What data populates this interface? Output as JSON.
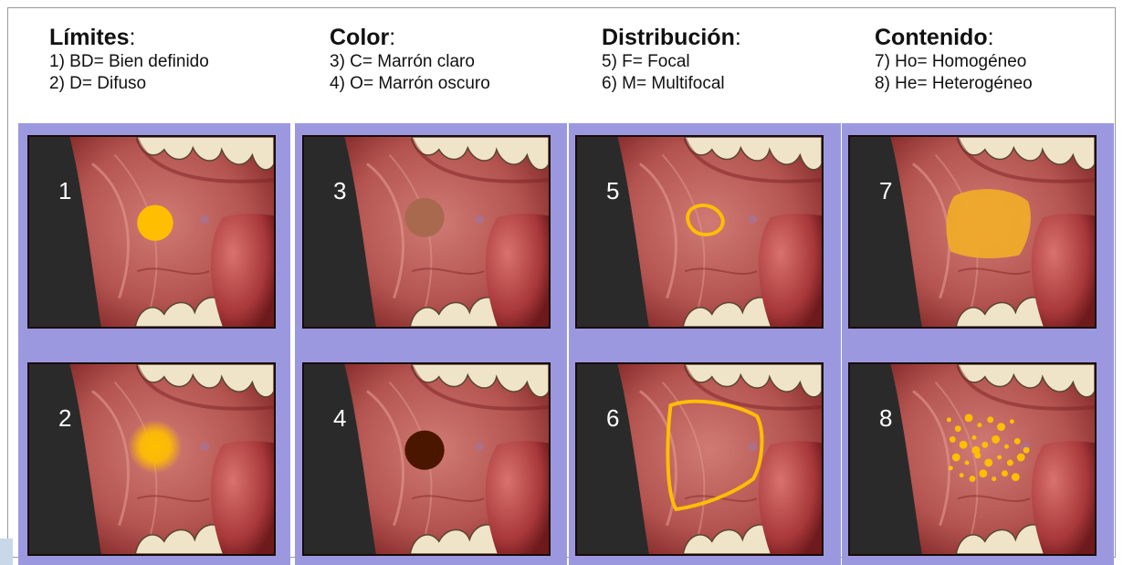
{
  "columns": [
    {
      "title": "Límites",
      "colon": ":",
      "items": [
        "1) BD= Bien definido",
        "2) D= Difuso"
      ],
      "tiles": [
        {
          "number": "1",
          "lesion": "sharp-yellow-circle"
        },
        {
          "number": "2",
          "lesion": "blurred-yellow-circle"
        }
      ]
    },
    {
      "title": "Color",
      "colon": ":",
      "items": [
        "3) C= Marrón claro",
        "4) O= Marrón oscuro"
      ],
      "tiles": [
        {
          "number": "3",
          "lesion": "light-brown-circle"
        },
        {
          "number": "4",
          "lesion": "dark-brown-circle"
        }
      ]
    },
    {
      "title": "Distribución",
      "colon": ":",
      "items": [
        "5) F= Focal",
        "6) M= Multifocal"
      ],
      "tiles": [
        {
          "number": "5",
          "lesion": "small-focal-outline"
        },
        {
          "number": "6",
          "lesion": "large-multifocal-outline"
        }
      ]
    },
    {
      "title": "Contenido",
      "colon": ":",
      "items": [
        "7) Ho= Homogéneo",
        "8) He= Heterogéneo"
      ],
      "tiles": [
        {
          "number": "7",
          "lesion": "homogeneous-patch"
        },
        {
          "number": "8",
          "lesion": "heterogeneous-dots"
        }
      ]
    }
  ],
  "colors": {
    "panel": "#9c98e0",
    "yellow": "#ffbf00",
    "light_brown": "#a9694f",
    "dark_brown": "#4a1600",
    "homogeneous": "#f0ab2a"
  }
}
